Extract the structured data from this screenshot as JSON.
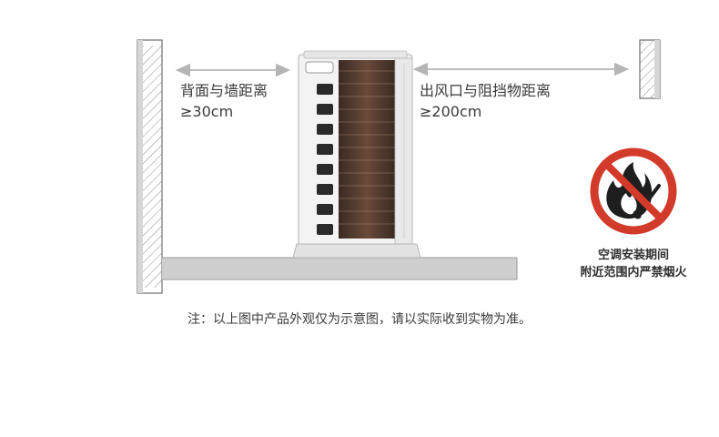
{
  "labels": {
    "back_clearance_title": "背面与墙距离",
    "back_clearance_value": "≥30cm",
    "outlet_clearance_title": "出风口与阻挡物距离",
    "outlet_clearance_value": "≥200cm"
  },
  "warning": {
    "line1": "空调安装期间",
    "line2": "附近范围内严禁烟火",
    "sign_icon": "no-fire-icon",
    "sign_color": "#d23a2a"
  },
  "note": "注：以上图中产品外观仅为示意图，请以实际收到实物为准。",
  "colors": {
    "wall": "#cfcfcf",
    "wall_edge": "#8a8a8a",
    "arrow": "#b5b5b5",
    "text": "#3a3a3a"
  }
}
